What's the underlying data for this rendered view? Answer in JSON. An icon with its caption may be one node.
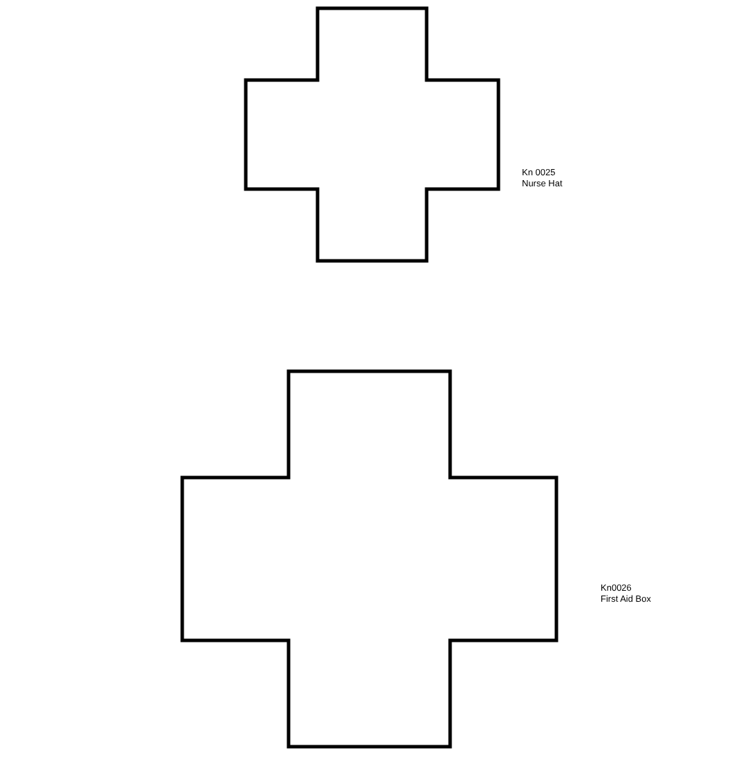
{
  "diagram": {
    "nodes": [
      {
        "text": [],
        "shape": "cross",
        "beside": [
          "Kn 0025",
          "Nurse Hat"
        ]
      },
      {
        "text": [],
        "shape": "cross",
        "beside": [
          "Kn0026",
          "First Aid Box"
        ]
      }
    ]
  }
}
